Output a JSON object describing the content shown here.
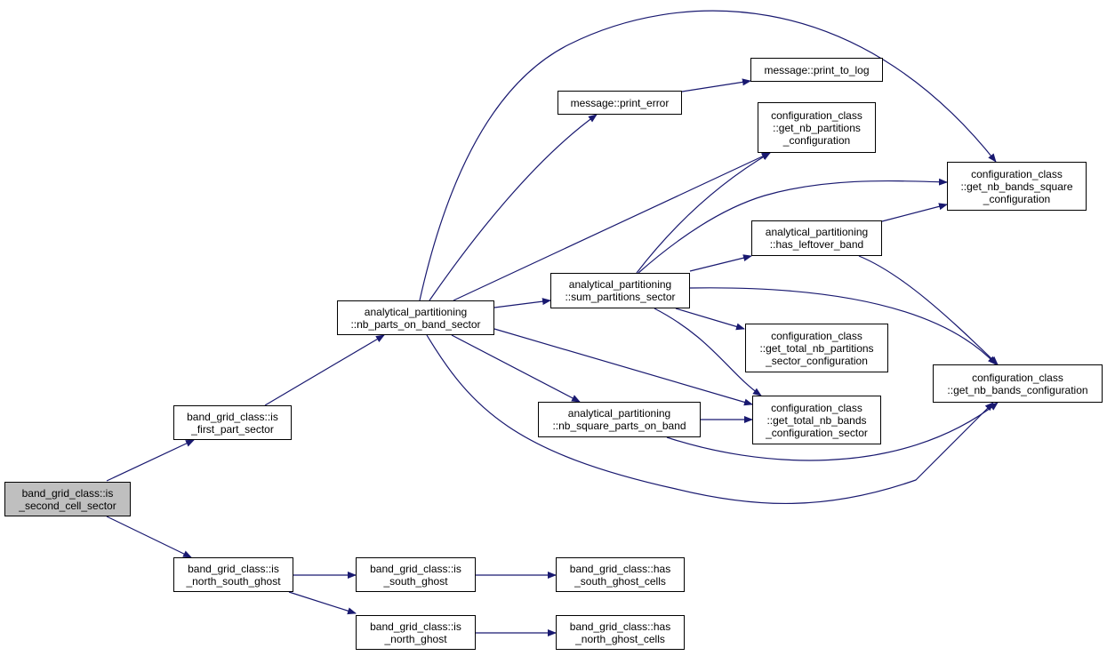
{
  "diagram": {
    "type": "call-graph",
    "edge_color": "#191970",
    "root_fill": "#bfbfbf",
    "nodes": [
      {
        "id": "n0",
        "lines": [
          "band_grid_class::is",
          "_second_cell_sector"
        ],
        "root": true
      },
      {
        "id": "n1",
        "lines": [
          "band_grid_class::is",
          "_first_part_sector"
        ]
      },
      {
        "id": "n2",
        "lines": [
          "band_grid_class::is",
          "_north_south_ghost"
        ]
      },
      {
        "id": "n3",
        "lines": [
          "analytical_partitioning",
          "::nb_parts_on_band_sector"
        ]
      },
      {
        "id": "n4",
        "lines": [
          "message::print_error"
        ]
      },
      {
        "id": "n5",
        "lines": [
          "message::print_to_log"
        ]
      },
      {
        "id": "n6",
        "lines": [
          "configuration_class",
          "::get_nb_partitions",
          "_configuration"
        ]
      },
      {
        "id": "n7",
        "lines": [
          "configuration_class",
          "::get_nb_bands_square",
          "_configuration"
        ]
      },
      {
        "id": "n8",
        "lines": [
          "analytical_partitioning",
          "::has_leftover_band"
        ]
      },
      {
        "id": "n9",
        "lines": [
          "analytical_partitioning",
          "::sum_partitions_sector"
        ]
      },
      {
        "id": "n10",
        "lines": [
          "configuration_class",
          "::get_total_nb_partitions",
          "_sector_configuration"
        ]
      },
      {
        "id": "n11",
        "lines": [
          "configuration_class",
          "::get_nb_bands_configuration"
        ]
      },
      {
        "id": "n12",
        "lines": [
          "analytical_partitioning",
          "::nb_square_parts_on_band"
        ]
      },
      {
        "id": "n13",
        "lines": [
          "configuration_class",
          "::get_total_nb_bands",
          "_configuration_sector"
        ]
      },
      {
        "id": "n14",
        "lines": [
          "band_grid_class::is",
          "_south_ghost"
        ]
      },
      {
        "id": "n15",
        "lines": [
          "band_grid_class::is",
          "_north_ghost"
        ]
      },
      {
        "id": "n16",
        "lines": [
          "band_grid_class::has",
          "_south_ghost_cells"
        ]
      },
      {
        "id": "n17",
        "lines": [
          "band_grid_class::has",
          "_north_ghost_cells"
        ]
      }
    ],
    "edges": [
      [
        "n0",
        "n1"
      ],
      [
        "n0",
        "n2"
      ],
      [
        "n1",
        "n3"
      ],
      [
        "n3",
        "n4"
      ],
      [
        "n3",
        "n7"
      ],
      [
        "n3",
        "n6"
      ],
      [
        "n3",
        "n9"
      ],
      [
        "n3",
        "n12"
      ],
      [
        "n3",
        "n13"
      ],
      [
        "n3",
        "n11"
      ],
      [
        "n4",
        "n5"
      ],
      [
        "n9",
        "n6"
      ],
      [
        "n9",
        "n7"
      ],
      [
        "n9",
        "n8"
      ],
      [
        "n9",
        "n10"
      ],
      [
        "n9",
        "n13"
      ],
      [
        "n9",
        "n11"
      ],
      [
        "n8",
        "n7"
      ],
      [
        "n8",
        "n11"
      ],
      [
        "n12",
        "n13"
      ],
      [
        "n12",
        "n11"
      ],
      [
        "n2",
        "n14"
      ],
      [
        "n2",
        "n15"
      ],
      [
        "n14",
        "n16"
      ],
      [
        "n15",
        "n17"
      ]
    ]
  }
}
